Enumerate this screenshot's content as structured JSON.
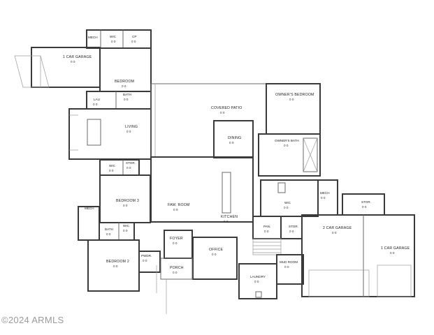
{
  "copyright": "©2024 ARMLS",
  "rooms": [
    {
      "id": "one-car-garage-west",
      "label": "1 CAR GARAGE",
      "dim": "0 0"
    },
    {
      "id": "mech-top",
      "label": "MECH",
      "dim": ""
    },
    {
      "id": "wic-top",
      "label": "WIC",
      "dim": "0 0"
    },
    {
      "id": "cp",
      "label": "CP",
      "dim": "0 0"
    },
    {
      "id": "bedroom-west",
      "label": "BEDROOM",
      "dim": "0 0"
    },
    {
      "id": "bath-west",
      "label": "BATH",
      "dim": "0 0"
    },
    {
      "id": "laundry-west",
      "label": "LAU",
      "dim": "0 0"
    },
    {
      "id": "living",
      "label": "LIVING",
      "dim": "0 0"
    },
    {
      "id": "covered-patio",
      "label": "COVERED PATIO",
      "dim": "0 0"
    },
    {
      "id": "owners-bedroom",
      "label": "OWNER'S BEDROOM",
      "dim": "0 0"
    },
    {
      "id": "dining",
      "label": "DINING",
      "dim": "0 0"
    },
    {
      "id": "owners-bath",
      "label": "OWNER'S BATH",
      "dim": "0 0"
    },
    {
      "id": "wic-mid",
      "label": "WIC",
      "dim": "0 0"
    },
    {
      "id": "stor-mid",
      "label": "STOR.",
      "dim": "0 0"
    },
    {
      "id": "bedroom-3",
      "label": "BEDROOM 3",
      "dim": "0 0"
    },
    {
      "id": "fam-room",
      "label": "FAM. ROOM",
      "dim": "0 0"
    },
    {
      "id": "kitchen",
      "label": "KITCHEN",
      "dim": "0 0"
    },
    {
      "id": "wic-owner",
      "label": "WIC",
      "dim": "0 0"
    },
    {
      "id": "mech-east",
      "label": "MECH",
      "dim": "0 0"
    },
    {
      "id": "stor-east",
      "label": "STOR.",
      "dim": "0 0"
    },
    {
      "id": "two-car-garage",
      "label": "2 CAR GARAGE",
      "dim": "0 0"
    },
    {
      "id": "mech-south",
      "label": "MECH",
      "dim": ""
    },
    {
      "id": "bath-south",
      "label": "BATH",
      "dim": "0 0"
    },
    {
      "id": "wic-south",
      "label": "WIC",
      "dim": "0 0"
    },
    {
      "id": "pan",
      "label": "PAN.",
      "dim": "0 0"
    },
    {
      "id": "stor-south",
      "label": "STOR.",
      "dim": "0 0"
    },
    {
      "id": "foyer",
      "label": "FOYER",
      "dim": "0 0"
    },
    {
      "id": "office",
      "label": "OFFICE",
      "dim": "0 0"
    },
    {
      "id": "one-car-garage-east",
      "label": "1 CAR GARAGE",
      "dim": "0 0"
    },
    {
      "id": "bedroom-2",
      "label": "BEDROOM 2",
      "dim": "0 0"
    },
    {
      "id": "pwdr",
      "label": "PWDR.",
      "dim": "0 0"
    },
    {
      "id": "porch",
      "label": "PORCH",
      "dim": "0 0"
    },
    {
      "id": "mud-room",
      "label": "MUD ROOM",
      "dim": "0 0"
    },
    {
      "id": "laundry",
      "label": "LAUNDRY",
      "dim": "0 0"
    }
  ]
}
